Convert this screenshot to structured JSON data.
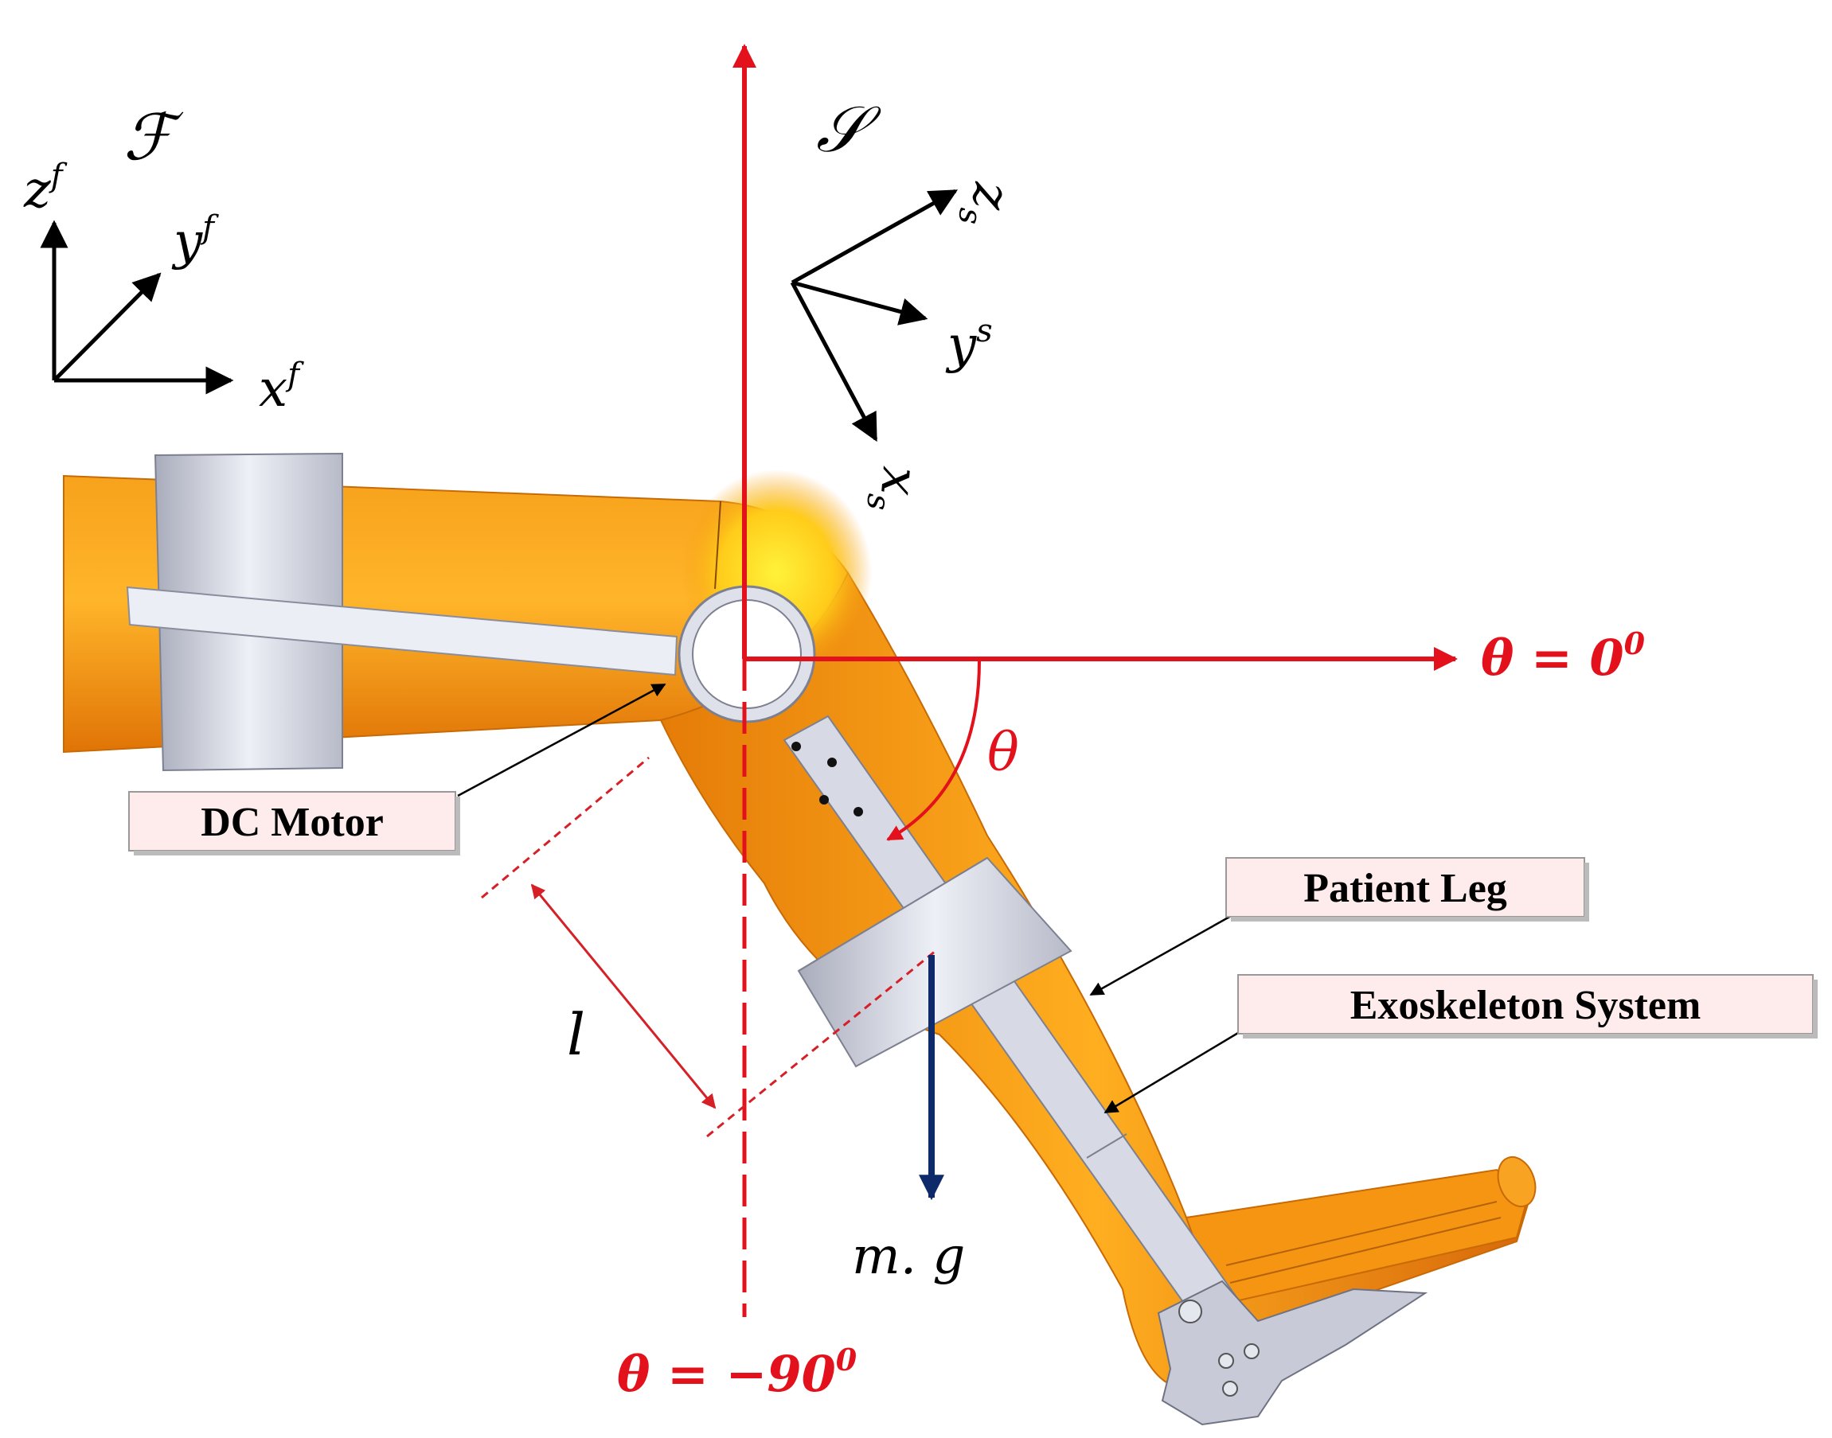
{
  "frames": {
    "fixed": {
      "name": "ℱ",
      "x": "x",
      "y": "y",
      "z": "z",
      "sup": "f"
    },
    "shank": {
      "name": "𝒮",
      "x": "x",
      "y": "y",
      "z": "z",
      "sub": "s",
      "sup": "s"
    }
  },
  "symbols": {
    "theta": "θ",
    "length": "l",
    "weight": "m. g"
  },
  "angles": {
    "zero": {
      "lhs": "θ",
      "eq": " = ",
      "val": "0",
      "sup": "0"
    },
    "minus90": {
      "lhs": "θ",
      "eq": " = ",
      "val": "−90",
      "sup": "0"
    }
  },
  "labels": {
    "motor": "DC Motor",
    "leg": "Patient Leg",
    "exo": "Exoskeleton System"
  },
  "colors": {
    "axis_red": "#e3111b",
    "dim_red": "#d62027",
    "weight_blue": "#0f2a6b",
    "leg_orange": "#f08a0c",
    "label_fill": "#fdeceb",
    "strap_gray": "#c9ccd8"
  }
}
